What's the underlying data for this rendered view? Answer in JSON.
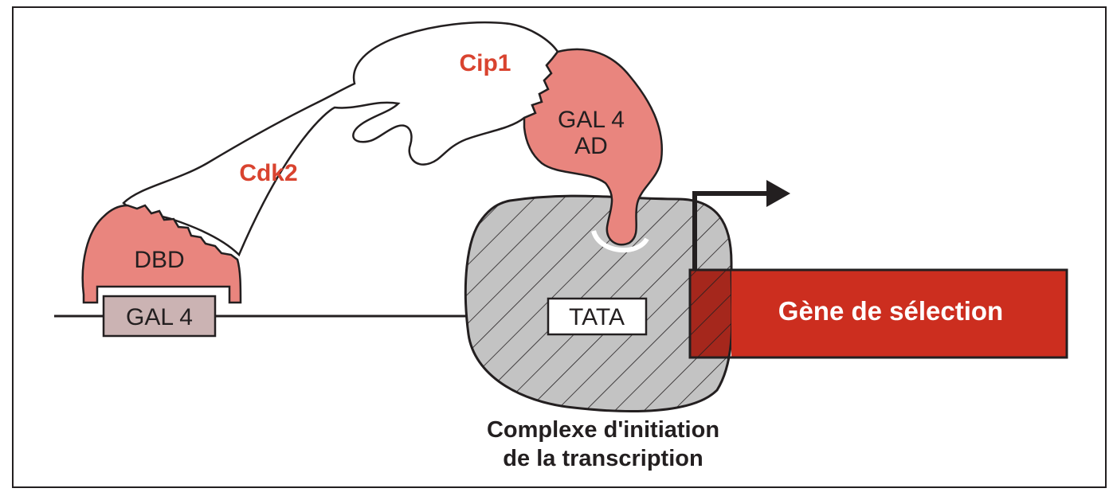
{
  "labels": {
    "cip1": "Cip1",
    "cdk2": "Cdk2",
    "gal4ad_line1": "GAL 4",
    "gal4ad_line2": "AD",
    "dbd": "DBD",
    "gal4_site": "GAL 4",
    "tata": "TATA",
    "gene": "Gène de sélection",
    "complex_line1": "Complexe d'initiation",
    "complex_line2": "de la transcription"
  },
  "colors": {
    "domain_pink": "#e9857e",
    "gene_red": "#cc2e1f",
    "label_red": "#d9432f",
    "complex_gray": "#c3c3c3",
    "gal4_site_fill": "#cbb3b3",
    "outline": "#231f20"
  }
}
